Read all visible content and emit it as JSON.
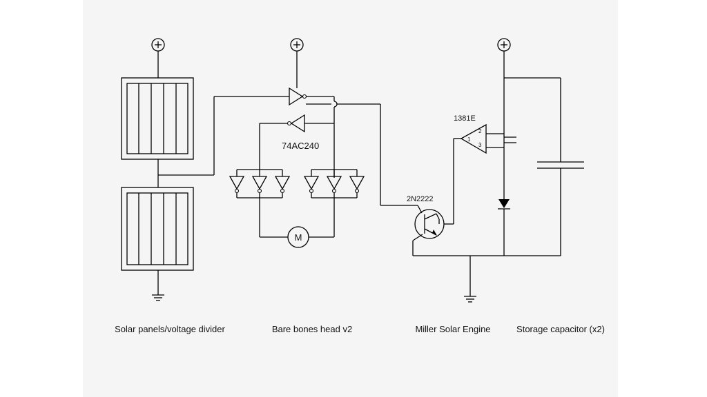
{
  "diagram": {
    "sections": {
      "solar": "Solar panels/voltage divider",
      "head": "Bare bones head v2",
      "engine": "Miller Solar Engine",
      "storage": "Storage capacitor (x2)"
    },
    "components": {
      "inverter_chip": "74AC240",
      "transistor": "2N2222",
      "voltage_detector": "1381E",
      "motor": "M",
      "pin1": "1",
      "pin2": "2",
      "pin3": "3"
    }
  }
}
